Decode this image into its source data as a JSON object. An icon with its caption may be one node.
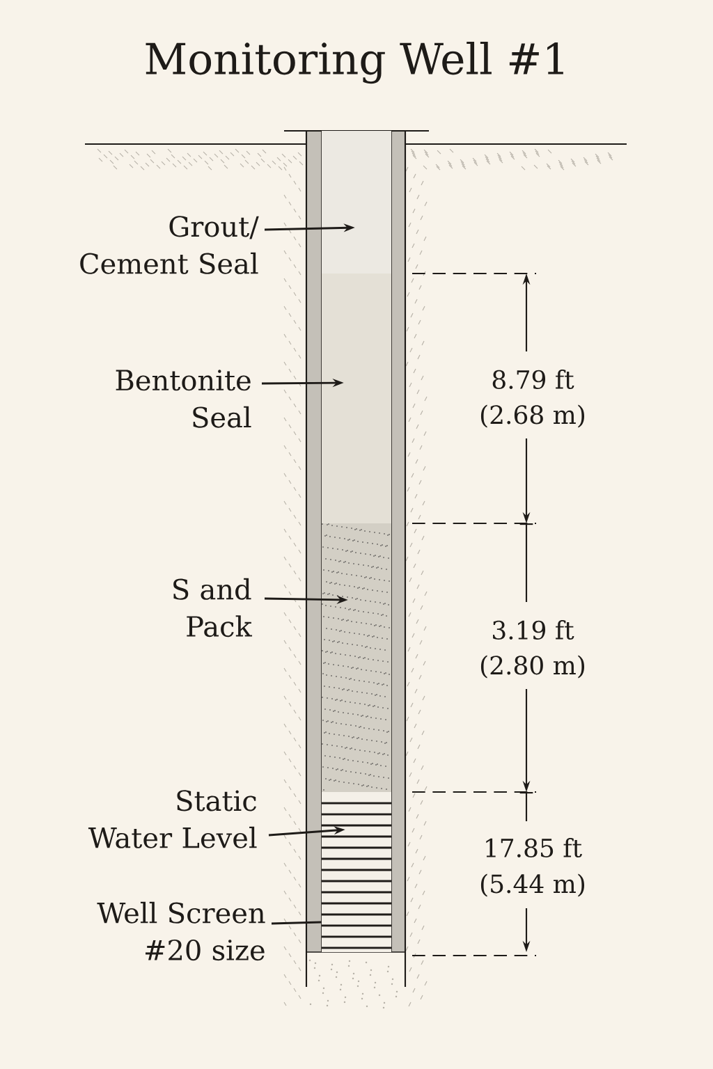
{
  "diagram": {
    "title": "Monitoring Well #1",
    "nodes": [
      {
        "text": [
          "Grout/ Cement Seal"
        ]
      },
      {
        "text": [
          "Bentonite Seal"
        ]
      },
      {
        "text": [
          "S and Pack"
        ]
      },
      {
        "text": [
          "Static Water Level"
        ]
      },
      {
        "text": [
          "Well Screen #20 size"
        ]
      },
      {
        "text": [],
        "shape": "box"
      },
      {
        "text": [],
        "shape": "box"
      },
      {
        "text": [],
        "shape": "box"
      },
      {
        "text": [],
        "shape": "box"
      }
    ],
    "edges": [
      {
        "from": 0,
        "to": 5,
        "arrow": "to"
      },
      {
        "from": 1,
        "to": 6,
        "arrow": "to"
      },
      {
        "from": 2,
        "to": 7,
        "arrow": "to"
      },
      {
        "from": 3,
        "to": 8,
        "arrow": "to"
      },
      {
        "from": 4,
        "to": 8,
        "arrow": "none"
      }
    ],
    "labels": [
      "8.79 ft",
      "(2.68 m)",
      "3.19 ft",
      "(2.80 m)",
      "17.85 ft",
      "(5.44 m)"
    ]
  }
}
